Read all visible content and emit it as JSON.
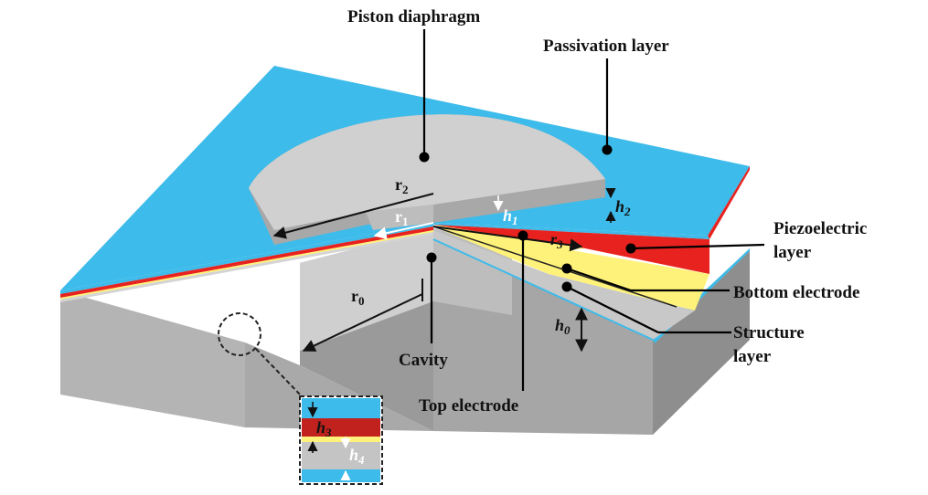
{
  "labels": {
    "piston_diaphragm": "Piston diaphragm",
    "passivation_layer": "Passivation layer",
    "piezoelectric_line1": "Piezoelectric",
    "piezoelectric_line2": "layer",
    "bottom_electrode": "Bottom electrode",
    "structure_line1": "Structure",
    "structure_line2": "layer",
    "cavity": "Cavity",
    "top_electrode": "Top electrode"
  },
  "dimensions": {
    "r0": "r",
    "r0_sub": "0",
    "r1": "r",
    "r1_sub": "1",
    "r2": "r",
    "r2_sub": "2",
    "r3": "r",
    "r3_sub": "3",
    "h0": "h",
    "h0_sub": "0",
    "h1": "h",
    "h1_sub": "1",
    "h2": "h",
    "h2_sub": "2",
    "h3": "h",
    "h3_sub": "3",
    "h4": "h",
    "h4_sub": "4"
  },
  "colors": {
    "passivation": "#3dbbea",
    "piezoelectric": "#e8231f",
    "electrode": "#fff27a",
    "structure": "#c7c7c7",
    "side_light": "#b2b2b2",
    "side_dark": "#8c8c8c",
    "diaphragm": "#d0d0d0"
  }
}
